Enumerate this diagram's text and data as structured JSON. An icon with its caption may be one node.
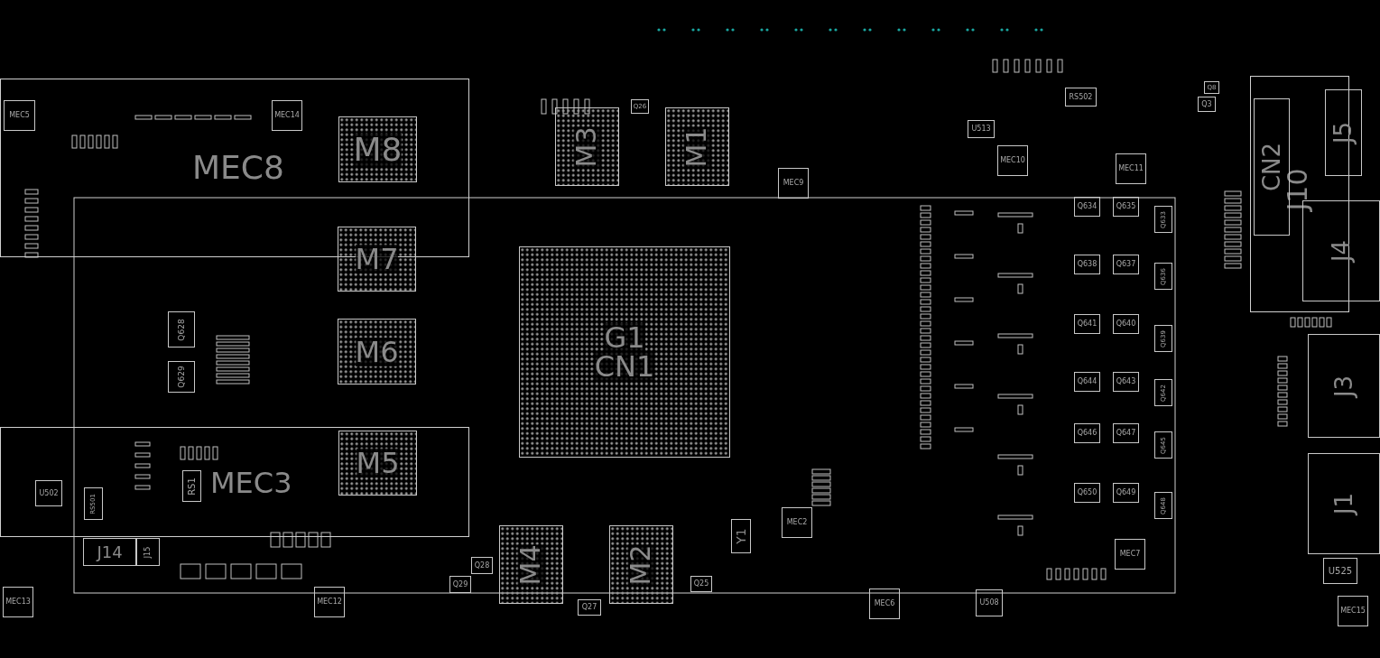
{
  "diagram": {
    "nodes": [
      {
        "text": [
          "MEC8"
        ]
      },
      {
        "text": [
          "MEC5"
        ],
        "in": 0
      },
      {
        "text": [
          "MEC14"
        ],
        "in": 0
      },
      {
        "text": [
          "M8"
        ],
        "in": 0
      },
      {
        "text": [
          "Q26"
        ]
      },
      {
        "text": [
          "M3"
        ]
      },
      {
        "text": [
          "M1"
        ]
      },
      {
        "text": [
          "RS502"
        ]
      },
      {
        "text": [
          "U513"
        ]
      },
      {
        "text": [
          "MEC10"
        ]
      },
      {
        "text": [
          "MEC11"
        ]
      },
      {
        "text": [
          "Q8"
        ]
      },
      {
        "text": [
          "Q3"
        ]
      },
      {
        "text": [
          "J10"
        ]
      },
      {
        "text": [
          "CN2"
        ],
        "in": 13
      },
      {
        "text": [
          "J5"
        ]
      },
      {
        "text": [
          "MEC9"
        ]
      },
      {
        "text": [
          "Q634"
        ]
      },
      {
        "text": [
          "Q635"
        ]
      },
      {
        "text": [
          "Q633"
        ]
      },
      {
        "text": [
          "J4"
        ]
      },
      {
        "text": [
          "M7"
        ]
      },
      {
        "text": [
          "G1",
          "CN1"
        ]
      },
      {
        "text": [
          "Q638"
        ]
      },
      {
        "text": [
          "Q637"
        ]
      },
      {
        "text": [
          "Q636"
        ]
      },
      {
        "text": [
          "Q628"
        ]
      },
      {
        "text": [
          "M6"
        ]
      },
      {
        "text": [
          "Q641"
        ]
      },
      {
        "text": [
          "Q640"
        ]
      },
      {
        "text": [
          "Q639"
        ]
      },
      {
        "text": [
          "J3"
        ]
      },
      {
        "text": [
          "Q629"
        ]
      },
      {
        "text": [
          "Q644"
        ]
      },
      {
        "text": [
          "Q643"
        ]
      },
      {
        "text": [
          "Q642"
        ]
      },
      {
        "text": [
          "MEC3"
        ]
      },
      {
        "text": [
          "M5"
        ],
        "in": 36
      },
      {
        "text": [
          "Q646"
        ]
      },
      {
        "text": [
          "Q647"
        ]
      },
      {
        "text": [
          "Q645"
        ]
      },
      {
        "text": [
          "J1"
        ]
      },
      {
        "text": [
          "U502"
        ],
        "in": 36
      },
      {
        "text": [
          "RS501"
        ],
        "in": 36
      },
      {
        "text": [
          "RS1"
        ],
        "in": 36
      },
      {
        "text": [
          "Q650"
        ]
      },
      {
        "text": [
          "Q649"
        ]
      },
      {
        "text": [
          "Q648"
        ]
      },
      {
        "text": [
          "MEC2"
        ]
      },
      {
        "text": [
          "Y1"
        ]
      },
      {
        "text": [
          "M4"
        ]
      },
      {
        "text": [
          "M2"
        ]
      },
      {
        "text": [
          "J14"
        ]
      },
      {
        "text": [
          "J15"
        ]
      },
      {
        "text": [
          "MEC7"
        ]
      },
      {
        "text": [
          "U525"
        ]
      },
      {
        "text": [
          "Q28"
        ]
      },
      {
        "text": [
          "Q29"
        ]
      },
      {
        "text": [
          "Q25"
        ]
      },
      {
        "text": [
          "MEC13"
        ]
      },
      {
        "text": [
          "MEC12"
        ]
      },
      {
        "text": [
          "MEC6"
        ]
      },
      {
        "text": [
          "U508"
        ]
      },
      {
        "text": [
          "Q27"
        ]
      },
      {
        "text": [
          "MEC15"
        ]
      }
    ]
  }
}
